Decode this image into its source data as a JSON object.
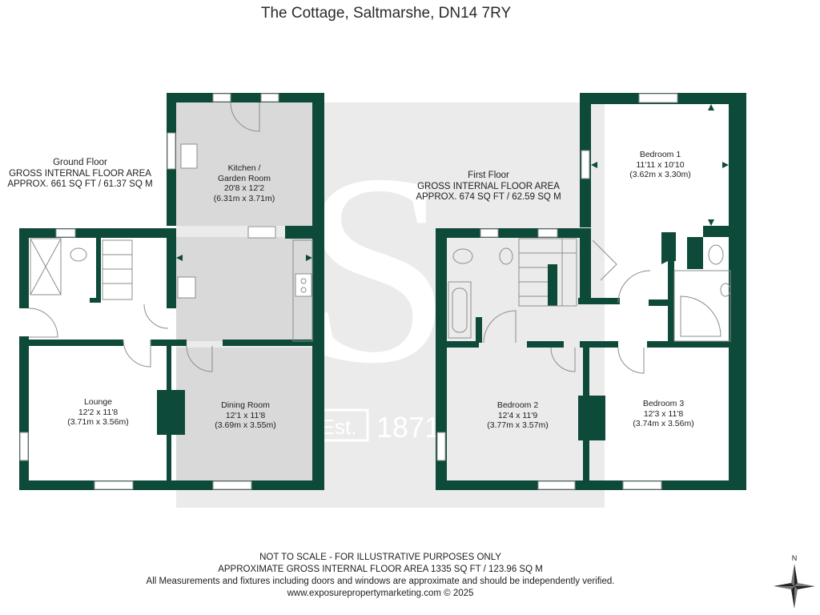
{
  "title": "The Cottage, Saltmarshe, DN14 7RY",
  "colors": {
    "wall": "#0e4a39",
    "fill": "#d9d9d9",
    "watermark": "#ebebeb",
    "fixture": "#8c8c8c"
  },
  "watermark": {
    "letter": "S",
    "est": "Est.",
    "year": "1871"
  },
  "ground_floor": {
    "label": "Ground Floor",
    "area_title": "GROSS INTERNAL FLOOR AREA",
    "area": "APPROX. 661 SQ FT / 61.37 SQ M"
  },
  "first_floor": {
    "label": "First Floor",
    "area_title": "GROSS INTERNAL FLOOR AREA",
    "area": "APPROX. 674 SQ FT / 62.59 SQ M"
  },
  "rooms": {
    "kitchen": {
      "name_line1": "Kitchen /",
      "name_line2": "Garden Room",
      "imperial": "20'8 x 12'2",
      "metric": "(6.31m x 3.71m)"
    },
    "lounge": {
      "name": "Lounge",
      "imperial": "12'2 x 11'8",
      "metric": "(3.71m x 3.56m)"
    },
    "dining": {
      "name": "Dining Room",
      "imperial": "12'1 x 11'8",
      "metric": "(3.69m x 3.55m)"
    },
    "bedroom1": {
      "name": "Bedroom 1",
      "imperial": "11'11 x 10'10",
      "metric": "(3.62m x 3.30m)"
    },
    "bedroom2": {
      "name": "Bedroom 2",
      "imperial": "12'4 x 11'9",
      "metric": "(3.77m x 3.57m)"
    },
    "bedroom3": {
      "name": "Bedroom 3",
      "imperial": "12'3 x 11'8",
      "metric": "(3.74m x 3.56m)"
    }
  },
  "footer": {
    "line1": "NOT TO SCALE - FOR ILLUSTRATIVE PURPOSES ONLY",
    "line2": "APPROXIMATE GROSS INTERNAL FLOOR AREA 1335 SQ FT / 123.96 SQ M",
    "line3": "All Measurements and fixtures including doors and windows are approximate and should be independently verified.",
    "line4": "www.exposurepropertymarketing.com © 2025"
  },
  "compass": {
    "north": "N",
    "icon": "compass-rose-icon"
  }
}
